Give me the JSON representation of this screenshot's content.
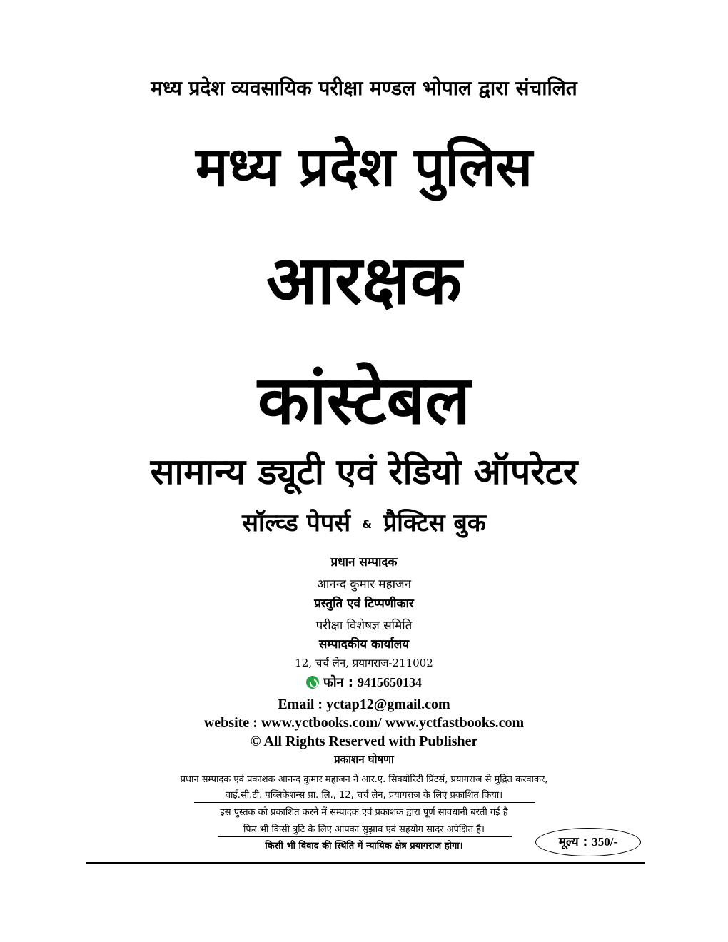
{
  "header_line": "मध्य प्रदेश व्यवसायिक परीक्षा मण्डल भोपाल द्वारा संचालित",
  "title_line_1": "मध्य प्रदेश पुलिस",
  "title_line_2": "आरक्षक",
  "title_line_3": "कांस्टेबल",
  "subtitle": "सामान्य ड्यूटी एवं रेडियो ऑपरेटर",
  "tagline": {
    "part_1": "सॉल्व्ड पेपर्स",
    "ampersand": "&",
    "part_2": "प्रैक्टिस बुक"
  },
  "credits": {
    "chief_editor_label": "प्रधान सम्पादक",
    "chief_editor_name": "आनन्द कुमार महाजन",
    "presenter_label": "प्रस्तुति एवं टिप्पणीकार",
    "presenter_name": "परीक्षा विशेषज्ञ समिति",
    "office_label": "सम्पादकीय कार्यालय",
    "office_address": "12, चर्च लेन, प्रयागराज-211002"
  },
  "contact": {
    "phone_icon": "whatsapp-icon",
    "phone_label": "फोन :",
    "phone_number": "9415650134",
    "email": "Email : yctap12@gmail.com",
    "website": "website : www.yctbooks.com/ www.yctfastbooks.com",
    "rights": "© All Rights Reserved with Publisher"
  },
  "publication": {
    "announcement_label": "प्रकाशन घोषणा",
    "line_1": "प्रधान सम्पादक एवं प्रकाशक आनन्द कुमार महाजन ने आर.ए. सिक्योरिटी प्रिंटर्स, प्रयागराज से मुद्रित करवाकर,",
    "line_2": "वाई.सी.टी. पब्लिकेशन्स प्रा. लि., 12, चर्च लेन, प्रयागराज के लिए प्रकाशित किया।",
    "line_3": "इस पुस्तक को प्रकाशित करने में सम्पादक एवं प्रकाशक द्वारा पूर्ण सावधानी बरती गई है",
    "line_4": "फिर भी किसी त्रुटि के लिए आपका सुझाव एवं सहयोग सादर अपेक्षित है।",
    "line_5": "किसी भी विवाद की स्थिति में न्यायिक क्षेत्र प्रयागराज होगा।"
  },
  "price": {
    "label": "मूल्य :",
    "amount": "350/-"
  }
}
